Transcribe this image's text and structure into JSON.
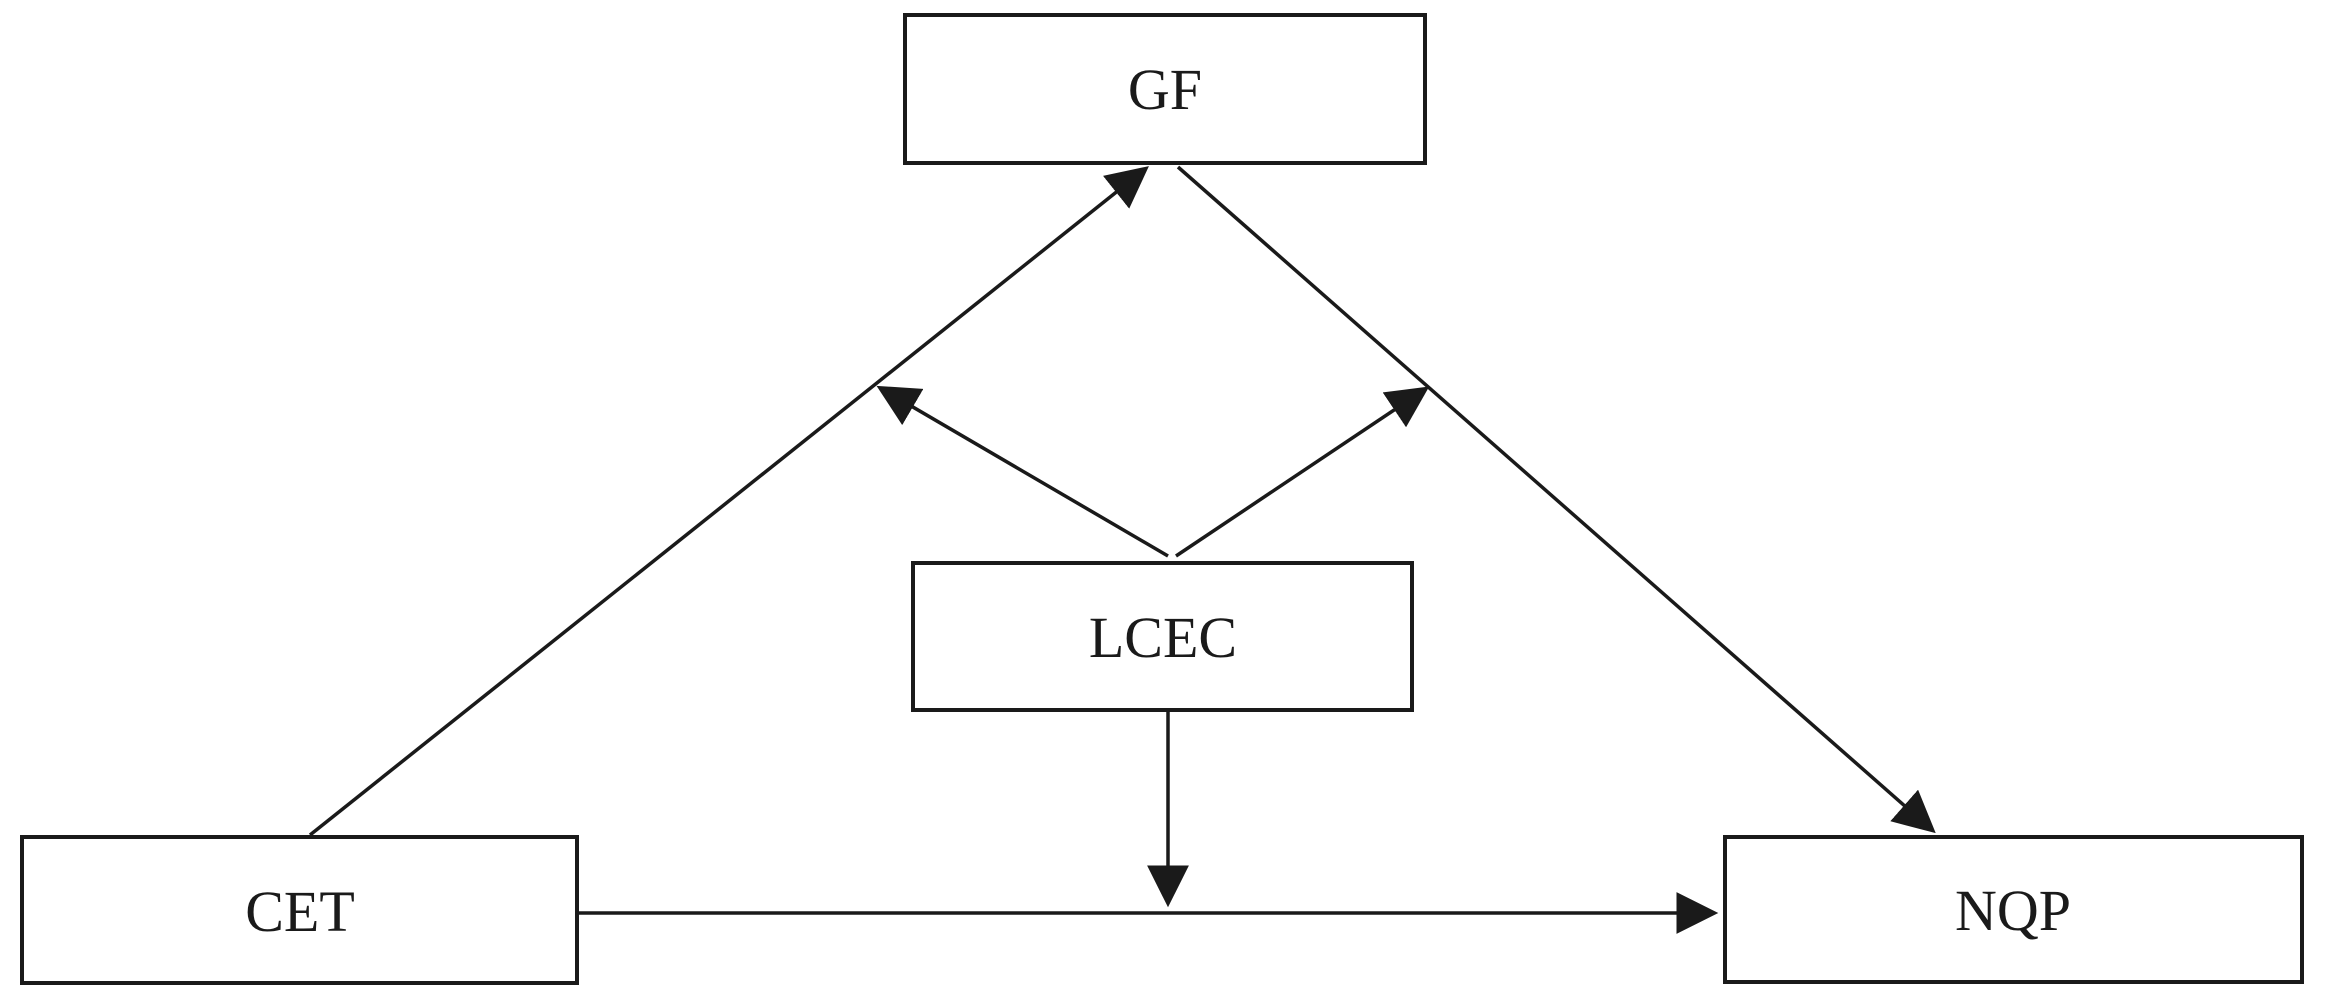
{
  "diagram": {
    "type": "path-model",
    "nodes": [
      {
        "id": "gf",
        "label": "GF"
      },
      {
        "id": "lcec",
        "label": "LCEC"
      },
      {
        "id": "cet",
        "label": "CET"
      },
      {
        "id": "nqp",
        "label": "NQP"
      }
    ],
    "edges": [
      {
        "from": "CET",
        "to": "GF",
        "kind": "directed-arrow"
      },
      {
        "from": "GF",
        "to": "NQP",
        "kind": "directed-arrow"
      },
      {
        "from": "CET",
        "to": "NQP",
        "kind": "directed-arrow"
      },
      {
        "from": "LCEC",
        "to": "CET-GF link",
        "kind": "moderation-arrow"
      },
      {
        "from": "LCEC",
        "to": "GF-NQP link",
        "kind": "moderation-arrow"
      },
      {
        "from": "LCEC",
        "to": "CET-NQP link",
        "kind": "moderation-arrow"
      }
    ]
  },
  "colors": {
    "line": "#1a1a1a",
    "box_fill": "#ffffff",
    "background": "#ffffff"
  }
}
